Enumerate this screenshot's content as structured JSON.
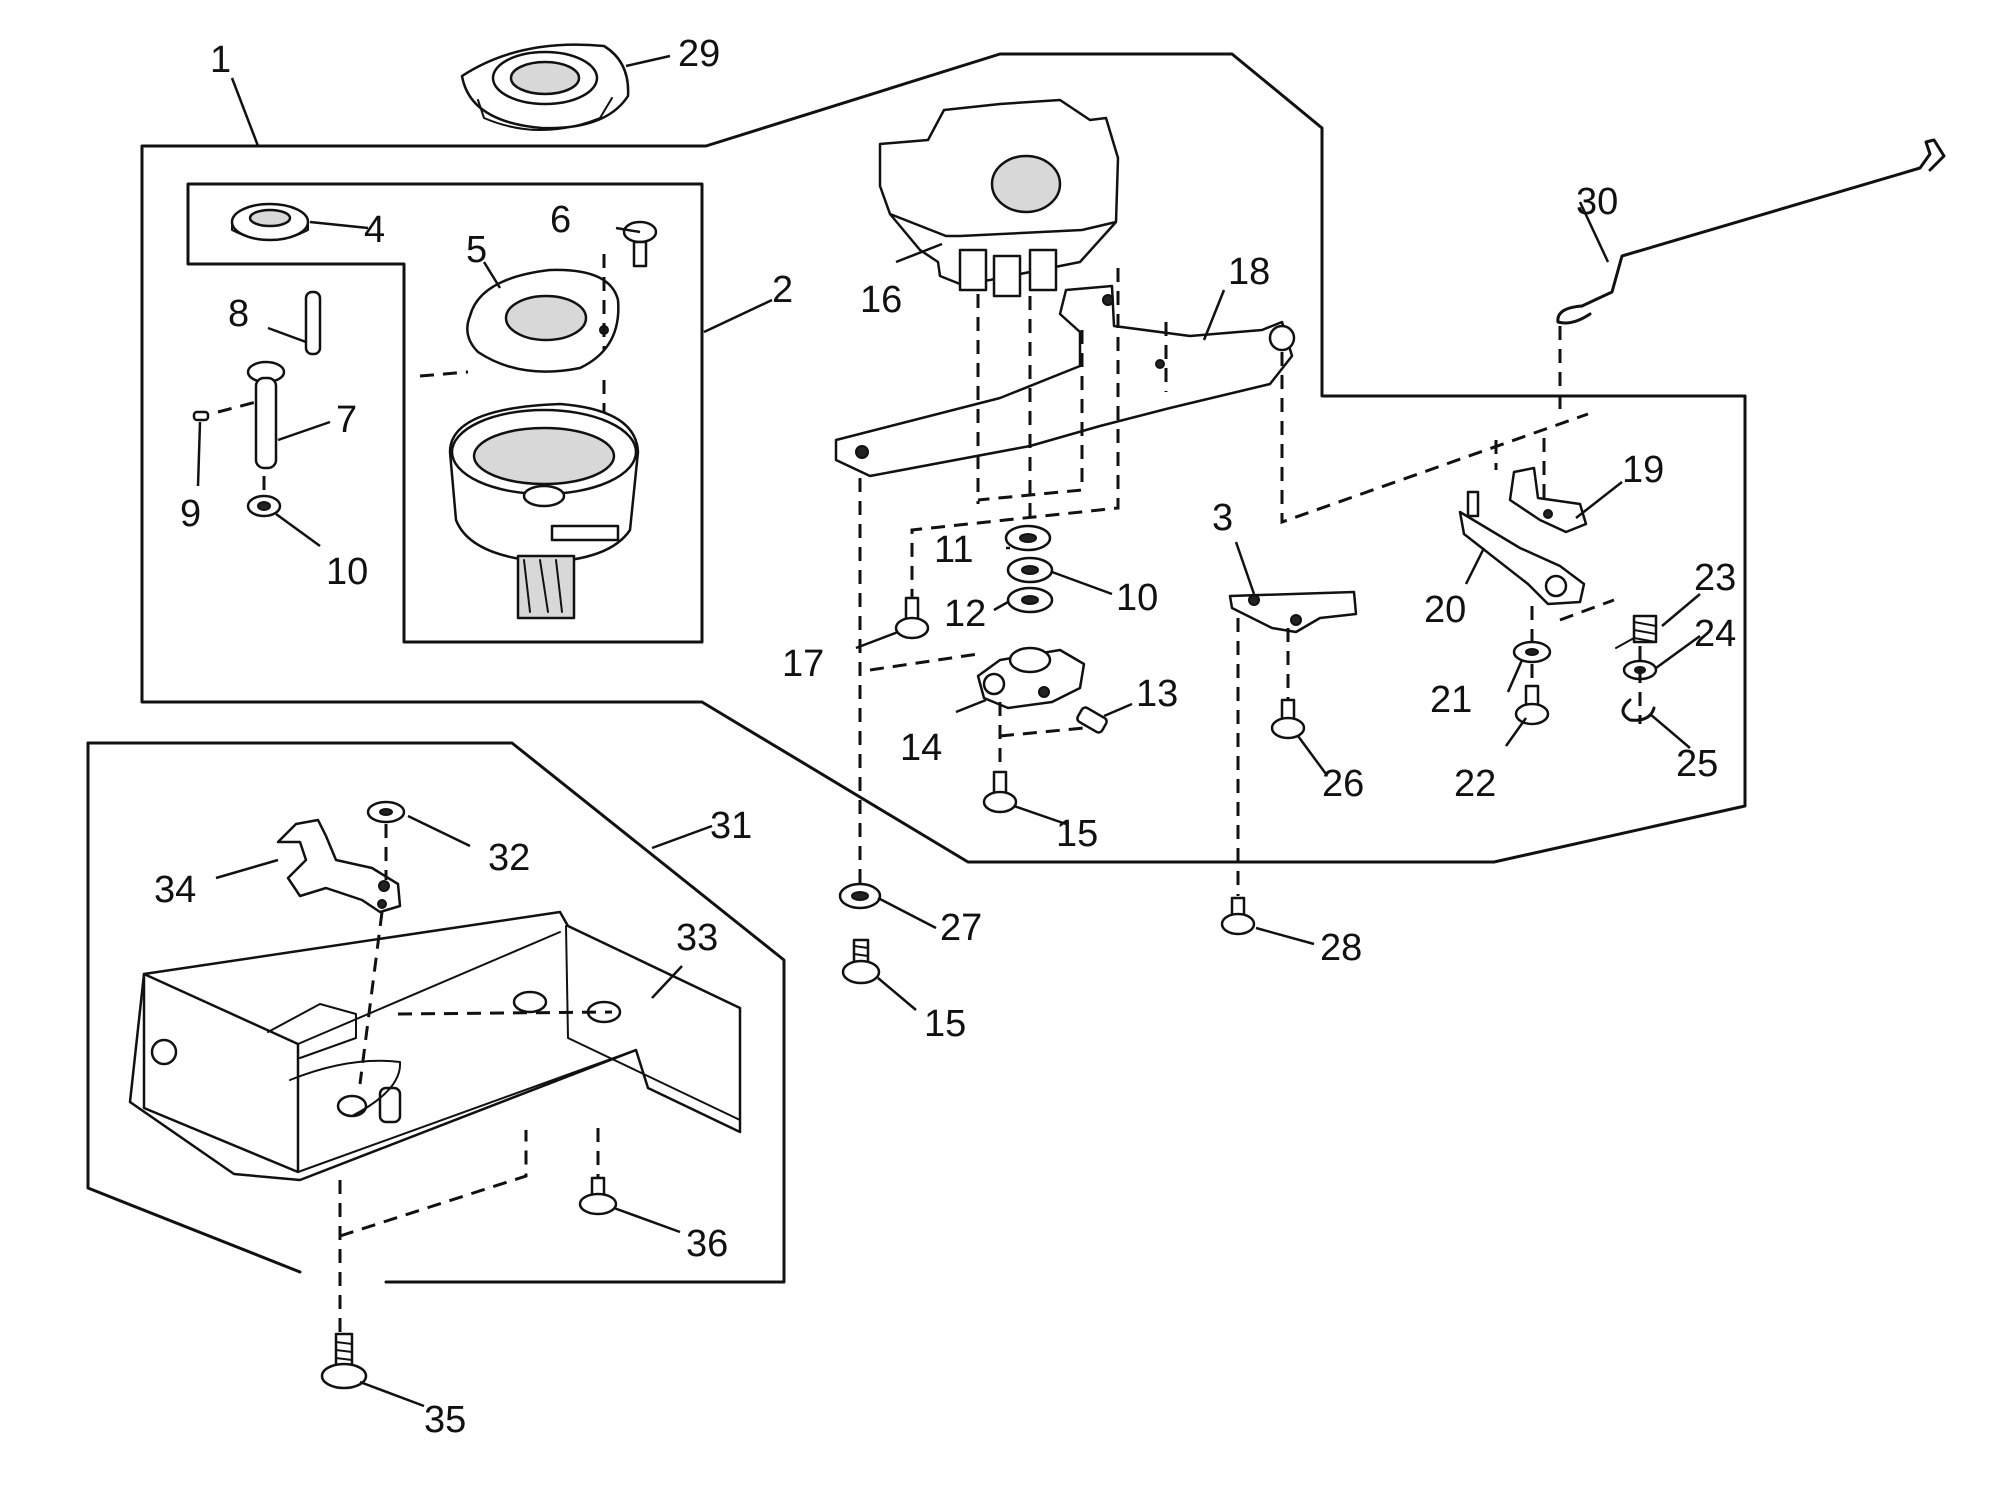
{
  "labels": {
    "p1": "1",
    "p2": "2",
    "p3": "3",
    "p4": "4",
    "p5": "5",
    "p6": "6",
    "p7": "7",
    "p8": "8",
    "p9": "9",
    "p10a": "10",
    "p10b": "10",
    "p11": "11",
    "p12": "12",
    "p13": "13",
    "p14": "14",
    "p15a": "15",
    "p15b": "15",
    "p16": "16",
    "p17": "17",
    "p18": "18",
    "p19": "19",
    "p20": "20",
    "p21": "21",
    "p22": "22",
    "p23": "23",
    "p24": "24",
    "p25": "25",
    "p26": "26",
    "p27": "27",
    "p28": "28",
    "p29": "29",
    "p30": "30",
    "p31": "31",
    "p32": "32",
    "p33": "33",
    "p34": "34",
    "p35": "35",
    "p36": "36"
  },
  "colors": {
    "ink": "#111111",
    "background": "#ffffff"
  }
}
